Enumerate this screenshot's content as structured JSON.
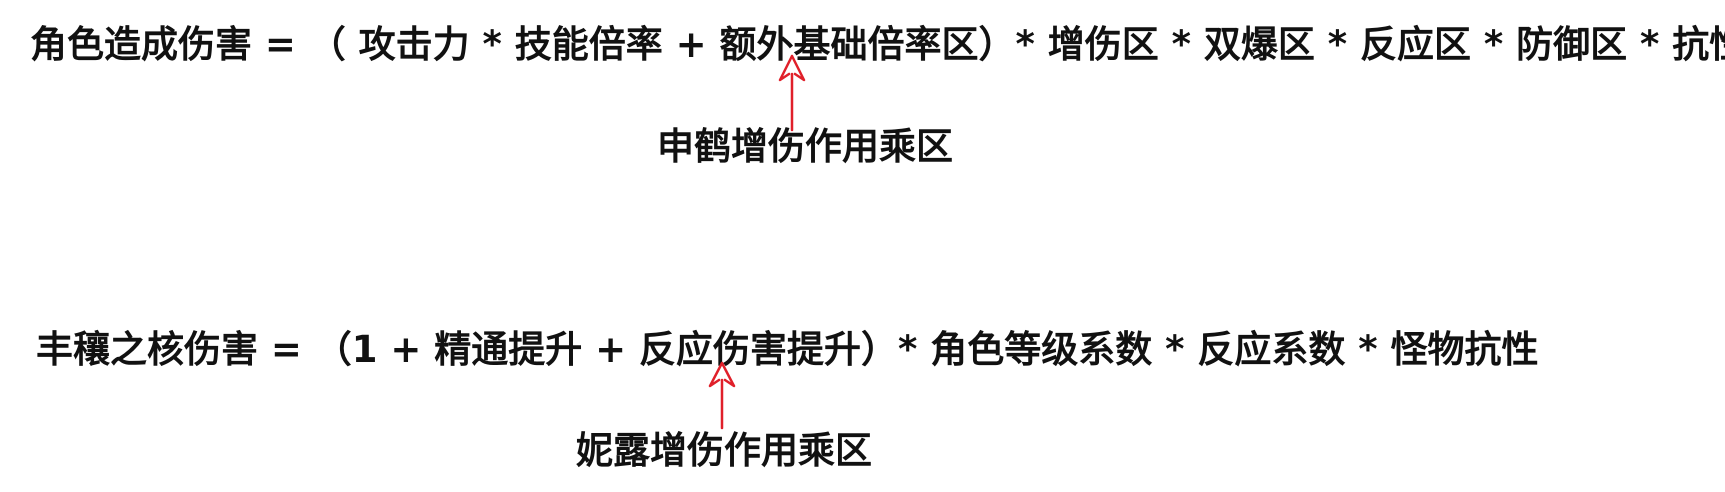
{
  "formulas": [
    {
      "text": "角色造成伤害 = （ 攻击力 * 技能倍率 + 额外基础倍率区）* 增伤区 * 双爆区 * 反应区 * 防御区 * 抗性区",
      "annotation": "申鹤增伤作用乘区"
    },
    {
      "text": "丰穰之核伤害 = （1 + 精通提升 + 反应伤害提升）* 角色等级系数 * 反应系数 * 怪物抗性",
      "annotation": "妮露增伤作用乘区"
    }
  ],
  "colors": {
    "text": "#111111",
    "arrow": "#e0202a"
  }
}
